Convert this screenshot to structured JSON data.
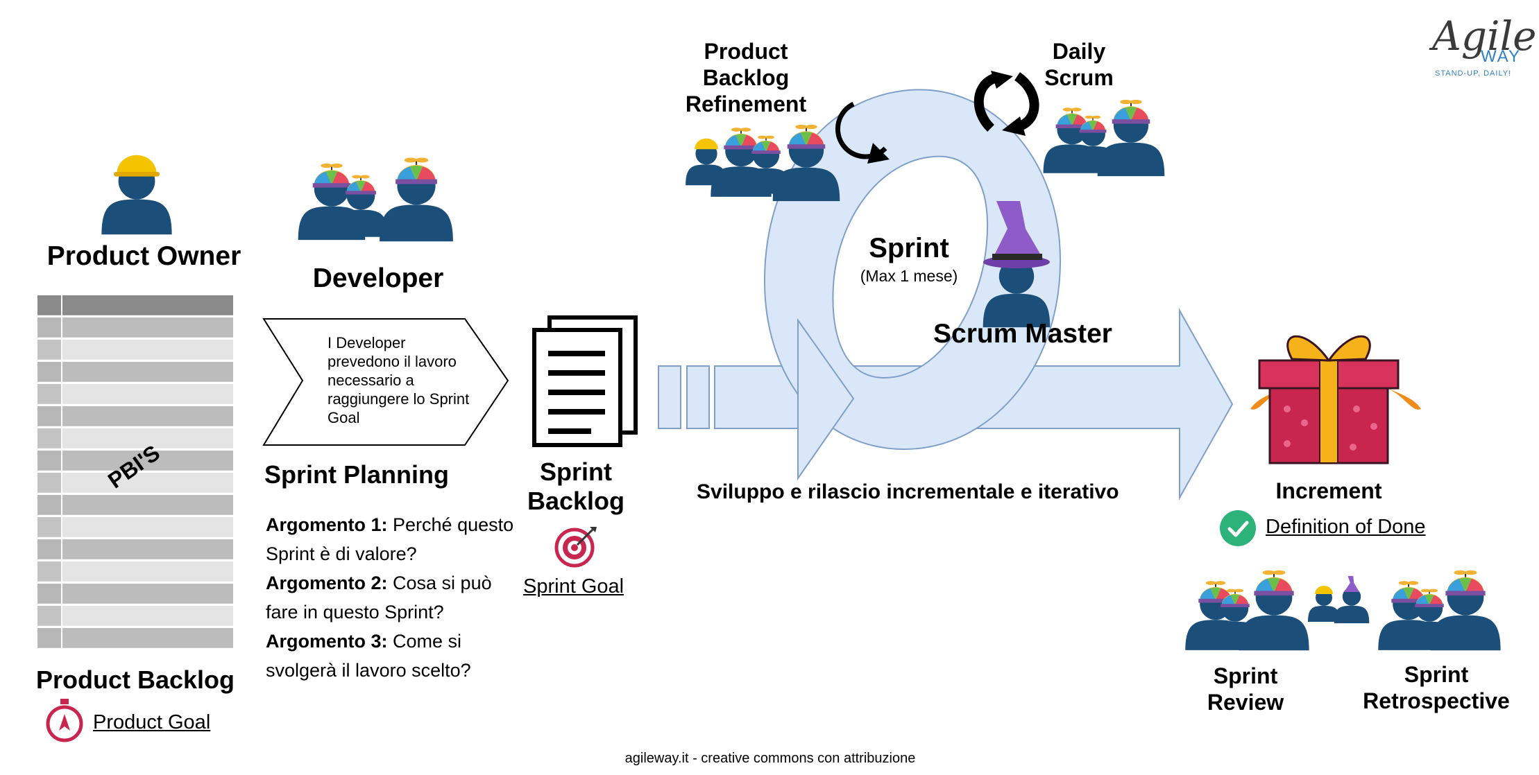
{
  "logo": {
    "name": "Agile",
    "suffix": "WAY",
    "tagline": "STAND-UP, DAILY!"
  },
  "roles": {
    "product_owner": "Product Owner",
    "developer": "Developer",
    "scrum_master": "Scrum Master"
  },
  "product_backlog": {
    "items_label": "PBI'S",
    "title": "Product Backlog",
    "goal": "Product Goal"
  },
  "sprint_planning": {
    "box_text": "I Developer prevedono il lavoro necessario a raggiungere lo Sprint Goal",
    "title": "Sprint Planning",
    "topics": [
      {
        "label": "Argomento 1:",
        "text": "Perché questo Sprint è di valore?"
      },
      {
        "label": "Argomento 2:",
        "text": "Cosa si può fare in questo Sprint?"
      },
      {
        "label": "Argomento 3:",
        "text": "Come si svolgerà il lavoro scelto?"
      }
    ]
  },
  "sprint_backlog": {
    "title": "Sprint Backlog",
    "goal": "Sprint Goal"
  },
  "sprint": {
    "title": "Sprint",
    "subtitle": "(Max 1 mese)"
  },
  "events": {
    "refinement": "Product Backlog Refinement",
    "daily": "Daily Scrum",
    "review": "Sprint Review",
    "retro": "Sprint Retrospective"
  },
  "flow_label": "Sviluppo e rilascio incrementale e iterativo",
  "increment": {
    "title": "Increment",
    "dod": "Definition of Done"
  },
  "footer": "agileway.it - creative commons con attribuzione",
  "colors": {
    "navy": "#1b4f7a",
    "light_blue": "#dae7f8",
    "blue_border": "#7f9fc9",
    "check_green": "#2db27a",
    "gift_red": "#c8264f"
  }
}
